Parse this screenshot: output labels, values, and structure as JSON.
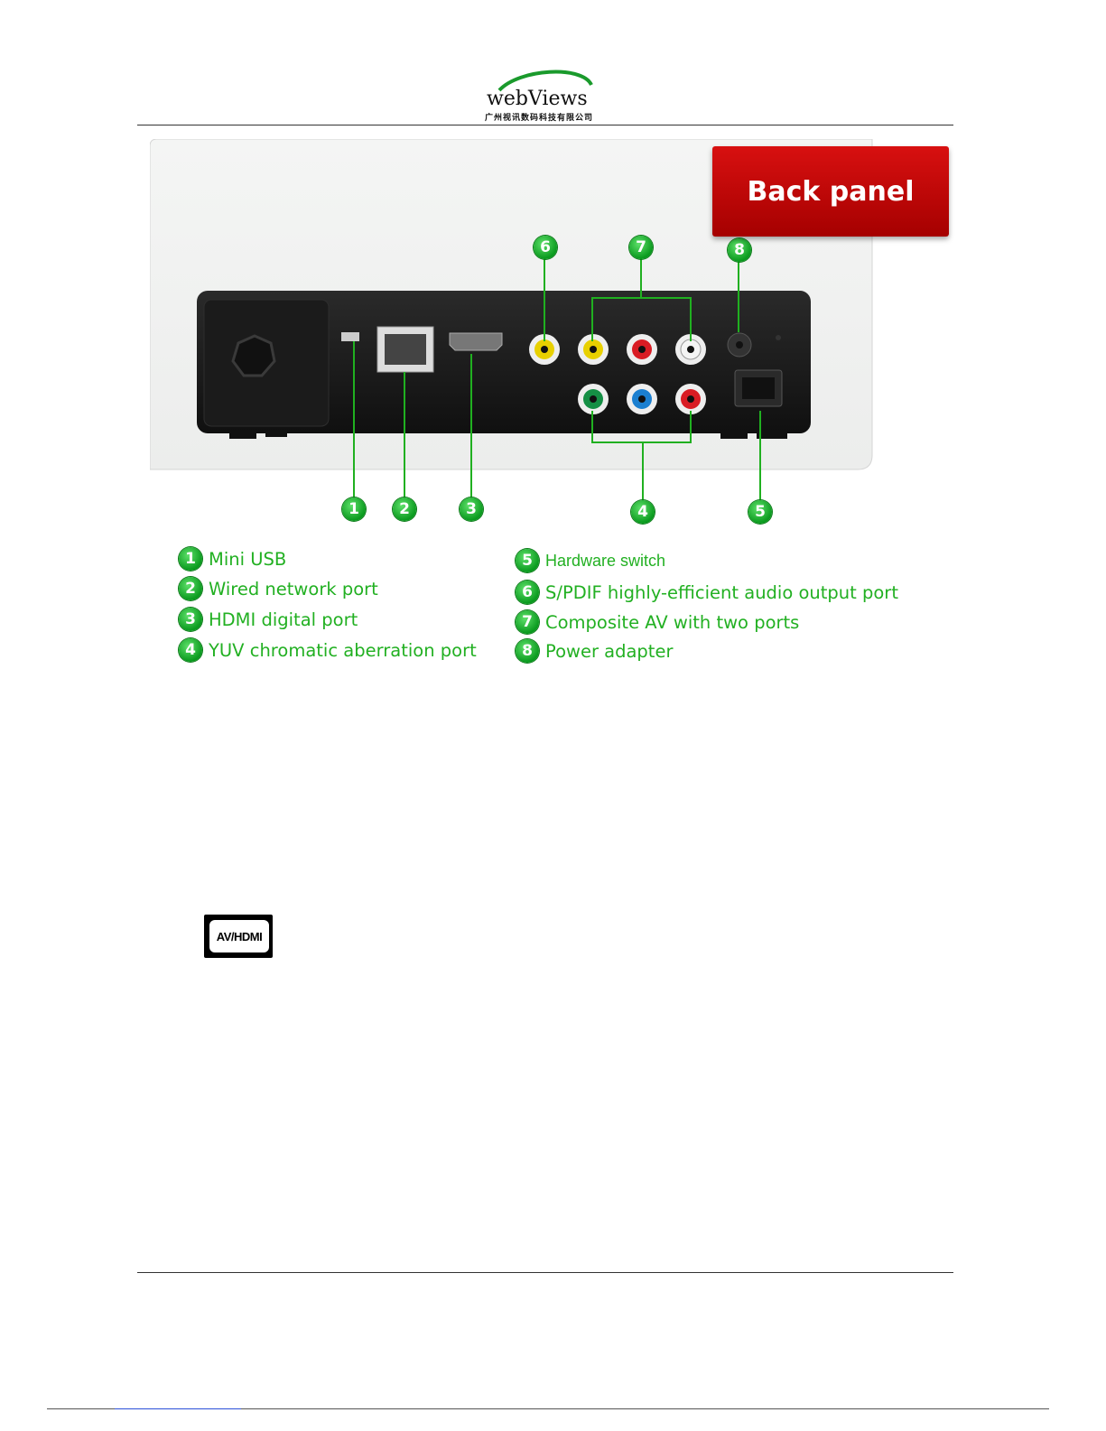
{
  "header": {
    "logo_text": "webViews",
    "logo_subtitle": "广州视讯数码科技有限公司"
  },
  "figure": {
    "badge": "Back panel",
    "callouts": [
      "1",
      "2",
      "3",
      "4",
      "5",
      "6",
      "7",
      "8"
    ]
  },
  "legend": {
    "left": [
      {
        "num": "1",
        "label": "Mini  USB"
      },
      {
        "num": "2",
        "label": "Wired network port"
      },
      {
        "num": "3",
        "label": "HDMI digital port"
      },
      {
        "num": "4",
        "label": "YUV chromatic aberration port"
      }
    ],
    "right": [
      {
        "num": "5",
        "label": "Hardware switch"
      },
      {
        "num": "6",
        "label": "S/PDIF  highly-efficient audio output port"
      },
      {
        "num": "7",
        "label": "Composite AV with two ports"
      },
      {
        "num": "8",
        "label": "Power adapter"
      }
    ]
  },
  "button_image": {
    "label": "AV/HDMI"
  },
  "colors": {
    "legend_text": "#22b022",
    "badge_red": "#c40808",
    "callout_green": "#13a526"
  }
}
